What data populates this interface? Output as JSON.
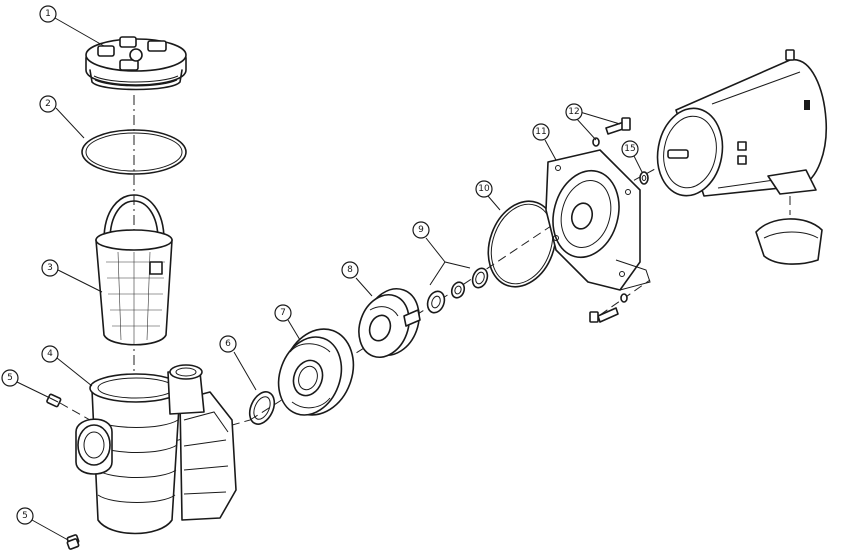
{
  "callouts": {
    "c1": "1",
    "c2": "2",
    "c3": "3",
    "c4": "4",
    "c5a": "5",
    "c5b": "5",
    "c6": "6",
    "c7": "7",
    "c8": "8",
    "c9": "9",
    "c10": "10",
    "c11": "11",
    "c12": "12",
    "c15": "15"
  }
}
